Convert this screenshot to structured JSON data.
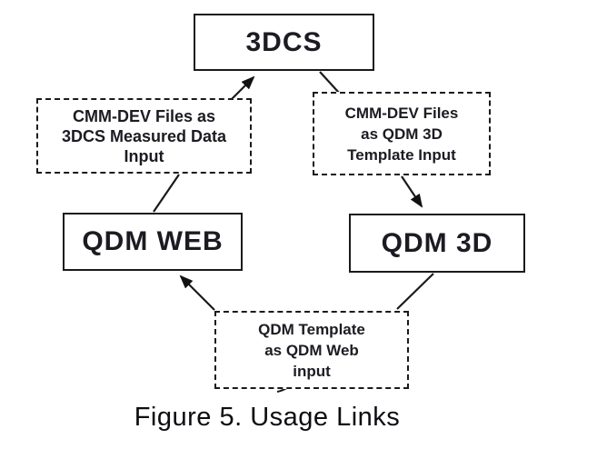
{
  "diagram": {
    "caption": "Figure 5. Usage Links",
    "nodes": {
      "dcs": {
        "label": "3DCS"
      },
      "qdm_web": {
        "label": "QDM WEB"
      },
      "qdm_3d": {
        "label": "QDM 3D"
      },
      "cmm_dev_3dcs_note": {
        "lines": [
          "CMM-DEV Files as",
          "3DCS Measured Data",
          "Input"
        ]
      },
      "cmm_dev_qdm3d_note": {
        "lines": [
          "CMM-DEV Files",
          "as QDM 3D",
          "Template Input"
        ]
      },
      "qdm_template_note": {
        "lines": [
          "QDM Template",
          "as QDM Web",
          "input"
        ]
      }
    },
    "connectors": [
      {
        "from": "cmm_dev_3dcs_note",
        "to": "dcs",
        "arrowhead": true
      },
      {
        "from": "dcs",
        "to": "cmm_dev_qdm3d_note",
        "arrowhead": false
      },
      {
        "from": "cmm_dev_qdm3d_note",
        "to": "qdm_3d",
        "arrowhead": true
      },
      {
        "from": "qdm_web",
        "to": "cmm_dev_3dcs_note",
        "arrowhead": false
      },
      {
        "from": "qdm_template_note",
        "to": "qdm_web",
        "arrowhead": true
      },
      {
        "from": "qdm_3d",
        "to": "qdm_template_note",
        "arrowhead": false
      }
    ],
    "colors": {
      "line": "#1a1a1a",
      "text": "#1b1b22",
      "background": "#ffffff"
    }
  }
}
